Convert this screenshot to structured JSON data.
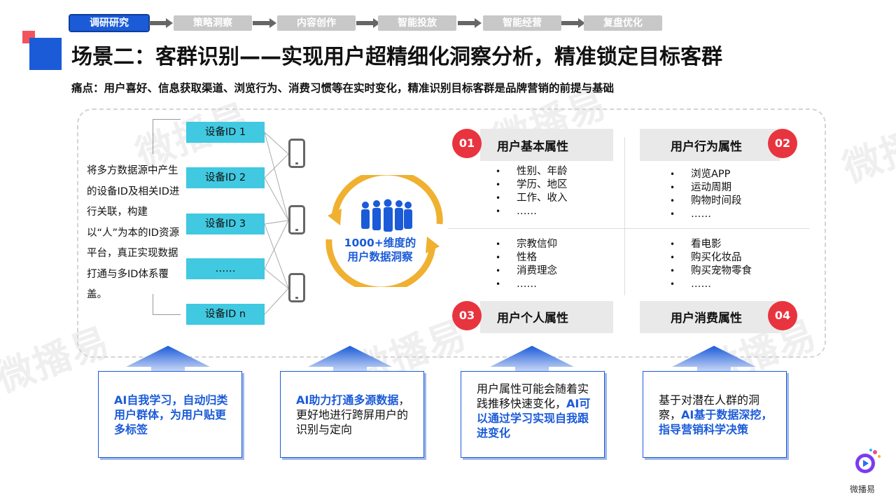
{
  "stepper": {
    "steps": [
      "调研研究",
      "策略洞察",
      "内容创作",
      "智能投放",
      "智能经营",
      "复盘优化"
    ],
    "active_index": 0
  },
  "title": "场景二：客群识别——实现用户超精细化洞察分析，精准锁定目标客群",
  "pain_point": "痛点：用户喜好、信息获取渠道、浏览行为、消费习惯等在实时变化，精准识别目标客群是品牌营销的前提与基础",
  "description": "将多方数据源中产生的设备ID及相关ID进行关联，构建以“人”为本的ID资源平台，真正实现数据打通与多ID体系覆盖。",
  "devices": [
    "设备ID 1",
    "设备ID 2",
    "设备ID 3",
    "……",
    "设备ID n"
  ],
  "center_label": [
    "1000+维度的",
    "用户数据洞察"
  ],
  "quadrants": [
    {
      "num": "01",
      "title": "用户基本属性",
      "items": [
        "性别、年龄",
        "学历、地区",
        "工作、收入",
        "……"
      ]
    },
    {
      "num": "02",
      "title": "用户行为属性",
      "items": [
        "浏览APP",
        "运动周期",
        "购物时间段",
        "……"
      ]
    },
    {
      "num": "03",
      "title": "用户个人属性",
      "items": [
        "宗教信仰",
        "性格",
        "消费理念",
        "……"
      ]
    },
    {
      "num": "04",
      "title": "用户消费属性",
      "items": [
        "看电影",
        "购买化妆品",
        "购买宠物零食",
        "……"
      ]
    }
  ],
  "cards": [
    {
      "plain_before": "",
      "bold": "AI自我学习，自动归类用户群体，为用户贴更多标签",
      "plain_after": ""
    },
    {
      "plain_before": "",
      "bold": "AI助力打通多源数据",
      "plain_after": "，更好地进行跨屏用户的识别与定向"
    },
    {
      "plain_before": "用户属性可能会随着实践推移快速变化，",
      "bold": "AI可以通过学习实现自我跟进变化",
      "plain_after": ""
    },
    {
      "plain_before": "基于对潜在人群的洞察，",
      "bold": "AI基于数据深挖，指导营销科学决策",
      "plain_after": ""
    }
  ],
  "watermark": "微播易",
  "logo_text": "微播易",
  "colors": {
    "accent_blue": "#1b5bd8",
    "accent_red": "#e8343f",
    "device_cyan": "#40c9e1",
    "arc_gold": "#f0b030"
  }
}
